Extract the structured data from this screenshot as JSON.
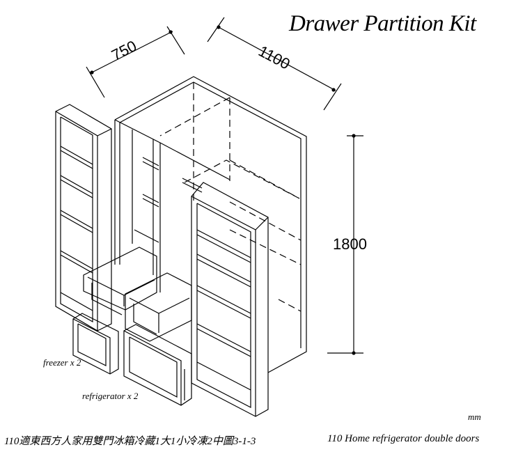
{
  "title": "Drawer Partition Kit",
  "dimensions": {
    "depth": "750",
    "width": "1100",
    "height": "1800"
  },
  "labels": {
    "freezer": "freezer x 2",
    "refrigerator": "refrigerator x 2",
    "unit": "mm"
  },
  "captions": {
    "chinese": "110適東西方人家用雙門冰箱冷藏1大1小冷凍2中圖3-1-3",
    "english": "110 Home refrigerator double doors"
  }
}
